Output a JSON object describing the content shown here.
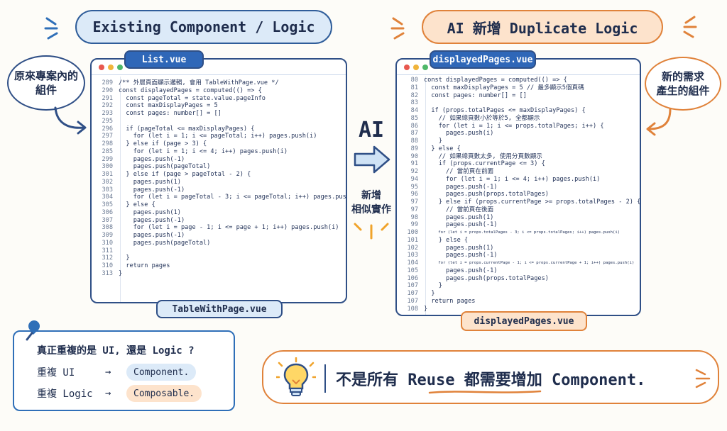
{
  "headers": {
    "left": "Existing Component / Logic",
    "right": "AI 新增 Duplicate Logic"
  },
  "bubbles": {
    "left_line1": "原來專案內的",
    "left_line2": "組件",
    "right_line1": "新的需求",
    "right_line2": "產生的組件"
  },
  "middle": {
    "ai": "AI",
    "caption_line1": "新增",
    "caption_line2": "相似實作"
  },
  "left_window": {
    "top_tab": "List.vue",
    "bottom_tab": "TableWithPage.vue",
    "lines": [
      {
        "n": "289",
        "t": "/** 外層頁面顯示邏輯, 會用 TableWithPage.vue */"
      },
      {
        "n": "290",
        "t": "const displayedPages = computed(() => {"
      },
      {
        "n": "291",
        "t": "  const pageTotal = state.value.pageInfo"
      },
      {
        "n": "292",
        "t": "  const maxDisplayPages = 5"
      },
      {
        "n": "293",
        "t": "  const pages: number[] = []"
      },
      {
        "n": "295",
        "t": ""
      },
      {
        "n": "296",
        "t": "  if (pageTotal <= maxDisplayPages) {"
      },
      {
        "n": "297",
        "t": "    for (let i = 1; i <= pageTotal; i++) pages.push(i)"
      },
      {
        "n": "298",
        "t": "  } else if (page > 3) {"
      },
      {
        "n": "285",
        "t": "    for (let i = 1; i <= 4; i++) pages.push(i)"
      },
      {
        "n": "299",
        "t": "    pages.push(-1)"
      },
      {
        "n": "300",
        "t": "    pages.push(pageTotal)"
      },
      {
        "n": "301",
        "t": "  } else if (page > pageTotal - 2) {"
      },
      {
        "n": "302",
        "t": "    pages.push(1)"
      },
      {
        "n": "303",
        "t": "    pages.push(-1)"
      },
      {
        "n": "304",
        "t": "    for (let i = pageTotal - 3; i <= pageTotal; i++) pages.push(i)"
      },
      {
        "n": "305",
        "t": "  } else {"
      },
      {
        "n": "306",
        "t": "    pages.push(1)"
      },
      {
        "n": "307",
        "t": "    pages.push(-1)"
      },
      {
        "n": "308",
        "t": "    for (let i = page - 1; i <= page + 1; i++) pages.push(i)"
      },
      {
        "n": "309",
        "t": "    pages.push(-1)"
      },
      {
        "n": "310",
        "t": "    pages.push(pageTotal)"
      },
      {
        "n": "311",
        "t": ""
      },
      {
        "n": "312",
        "t": "  }"
      },
      {
        "n": "310",
        "t": "  return pages"
      },
      {
        "n": "313",
        "t": "}"
      }
    ]
  },
  "right_window": {
    "top_tab": "displayedPages.vue",
    "bottom_tab": "displayedPages.vue",
    "lines": [
      {
        "n": "80",
        "t": "const displayedPages = computed(() => {"
      },
      {
        "n": "81",
        "t": "  const maxDisplayPages = 5 // 最多顯示5個頁碼"
      },
      {
        "n": "82",
        "t": "  const pages: number[] = []"
      },
      {
        "n": "83",
        "t": ""
      },
      {
        "n": "84",
        "t": "  if (props.totalPages <= maxDisplayPages) {"
      },
      {
        "n": "85",
        "t": "    // 如果總頁數小於等於5, 全都顯示"
      },
      {
        "n": "86",
        "t": "    for (let i = 1; i <= props.totalPages; i++) {"
      },
      {
        "n": "87",
        "t": "      pages.push(i)"
      },
      {
        "n": "88",
        "t": "    }"
      },
      {
        "n": "89",
        "t": "  } else {"
      },
      {
        "n": "90",
        "t": "    // 如果總頁數太多, 使用分頁數顯示"
      },
      {
        "n": "91",
        "t": "    if (props.currentPage <= 3) {"
      },
      {
        "n": "92",
        "t": "      // 當前頁在前面"
      },
      {
        "n": "94",
        "t": "      for (let i = 1; i <= 4; i++) pages.push(i)"
      },
      {
        "n": "95",
        "t": "      pages.push(-1)"
      },
      {
        "n": "96",
        "t": "      pages.push(props.totalPages)"
      },
      {
        "n": "97",
        "t": "    } else if (props.currentPage >= props.totalPages - 2) {"
      },
      {
        "n": "97",
        "t": "      // 當前頁在後面"
      },
      {
        "n": "98",
        "t": "      pages.push(1)"
      },
      {
        "n": "99",
        "t": "      pages.push(-1)"
      },
      {
        "n": "100",
        "t": "      for (let i = props.totalPages - 3; i <= props.totalPages; i++) pages.push(i)",
        "small": true
      },
      {
        "n": "101",
        "t": "    } else {"
      },
      {
        "n": "102",
        "t": "      pages.push(1)"
      },
      {
        "n": "103",
        "t": "      pages.push(-1)"
      },
      {
        "n": "104",
        "t": "      for (let i = props.currentPage - 1; i <= props.currentPage + 1; i++) pages.push(i)",
        "small": true
      },
      {
        "n": "105",
        "t": "      pages.push(-1)"
      },
      {
        "n": "106",
        "t": "      pages.push(props.totalPages)"
      },
      {
        "n": "107",
        "t": "    }"
      },
      {
        "n": "107",
        "t": "  }"
      },
      {
        "n": "107",
        "t": "  return pages"
      },
      {
        "n": "108",
        "t": "}"
      }
    ]
  },
  "question_box": {
    "question": "真正重複的是 UI, 還是 Logic ?",
    "row1_label": "重複 UI",
    "row1_arrow": "→",
    "row1_chip": "Component.",
    "row2_label": "重複 Logic",
    "row2_arrow": "→",
    "row2_chip": "Composable."
  },
  "tip_box": {
    "text": "不是所有 Reuse 都需要增加 Component."
  },
  "colors": {
    "blue": "#2f4f86",
    "orange": "#e0823a",
    "keyword": "#1f2d4d"
  }
}
